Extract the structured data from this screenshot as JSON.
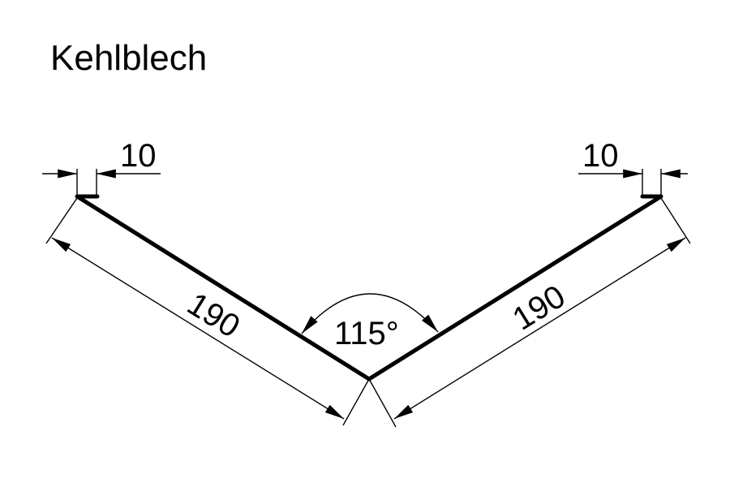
{
  "title": "Kehlblech",
  "dimensions": {
    "left_flange": "10",
    "right_flange": "10",
    "left_leg": "190",
    "right_leg": "190",
    "angle": "115°"
  },
  "colors": {
    "line": "#000000",
    "background": "#ffffff"
  }
}
